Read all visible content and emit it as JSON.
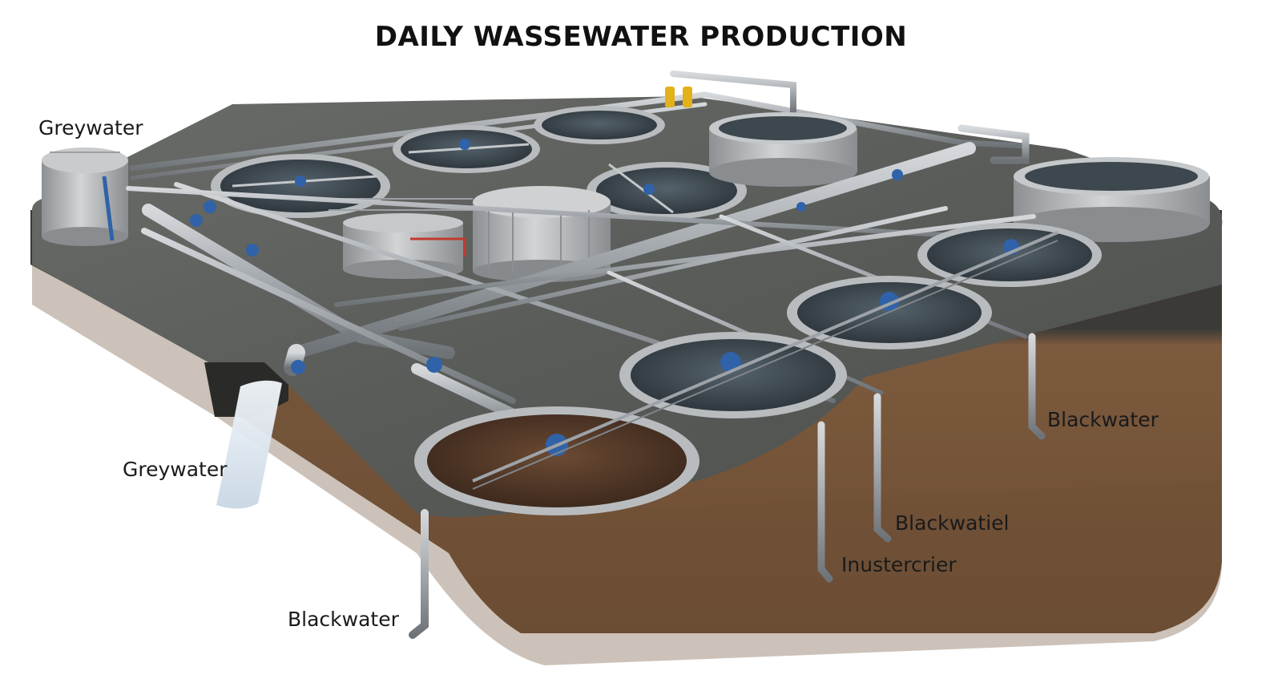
{
  "title": "DAILY WASSEWATER PRODUCTION",
  "labels": {
    "greywater_tank": "Greywater",
    "greywater_outfall": "Greywater",
    "blackwater_right": "Blackwater",
    "blackwatiel": "Blackwatiel",
    "inustercrier": "Inustercrier",
    "blackwater_front": "Blackwater"
  },
  "colors": {
    "concrete_top": "#5d5f5c",
    "soil_side": "#7a5a3e",
    "pipe": "#a6abb0",
    "valve": "#2f62a8",
    "water_clear": "#3f4a52",
    "water_brown": "#4a3426",
    "water_fall": "#dfe9f2"
  }
}
